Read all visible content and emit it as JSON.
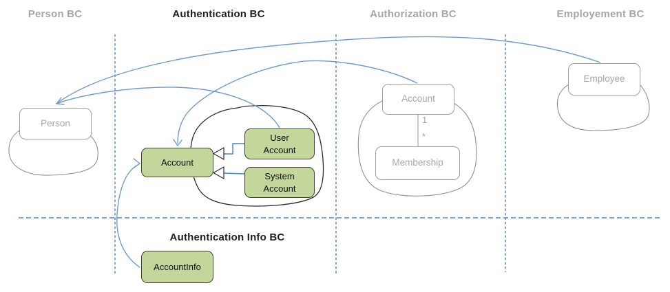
{
  "headers": {
    "person_bc": "Person BC",
    "authentication_bc": "Authentication BC",
    "authorization_bc": "Authorization BC",
    "employement_bc": "Employement BC",
    "authentication_info_bc": "Authentication Info BC"
  },
  "boxes": {
    "person": "Person",
    "auth_account": "Account",
    "user_account": {
      "line1": "User",
      "line2": "Account"
    },
    "system_account": {
      "line1": "System",
      "line2": "Account"
    },
    "authz_account": "Account",
    "membership": "Membership",
    "employee": "Employee",
    "account_info": "AccountInfo"
  },
  "multiplicity": {
    "one": "1",
    "many": "*"
  },
  "colors": {
    "connector_blue": "#6f9ad0",
    "boundary_blue": "#4f81bd",
    "entity_green": "#c3d69b",
    "green_border": "#3f4436",
    "muted_gray": "#a6a6a6",
    "blob_gray": "#8f8f8f",
    "ink_black": "#1f1f1f"
  }
}
